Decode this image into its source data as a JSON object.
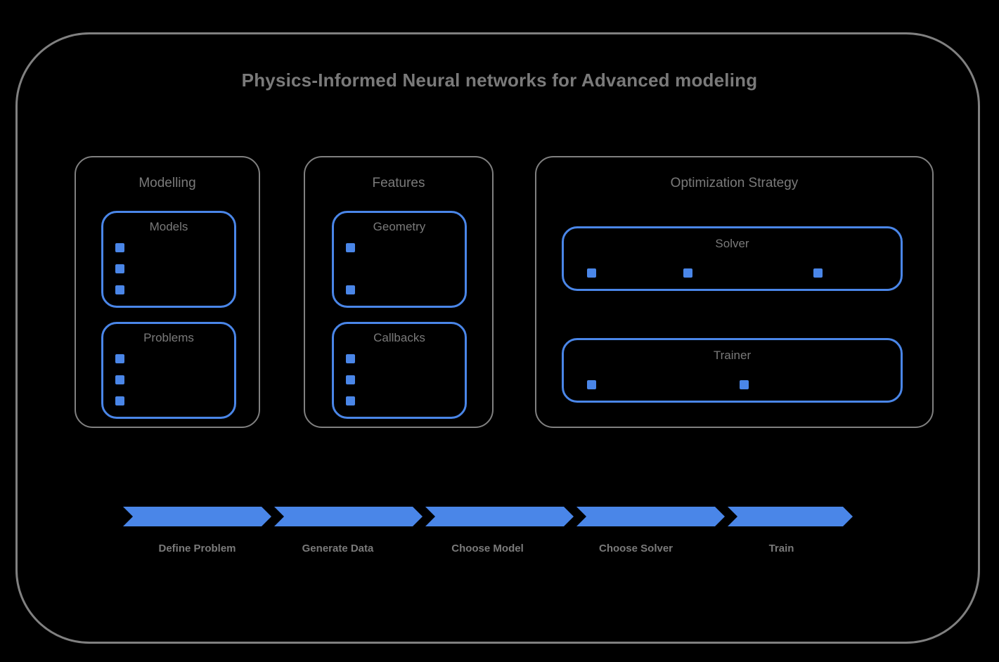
{
  "diagram": {
    "title": "Physics-Informed Neural networks for Advanced modeling",
    "colors": {
      "background": "#000000",
      "frame_border": "#808080",
      "text": "#7a7a7a",
      "accent_blue": "#4a86e8",
      "accent_blue_shadow": "#3f73c8"
    }
  },
  "groups": [
    {
      "id": "modelling",
      "label": "Modelling",
      "boxes": [
        {
          "id": "models",
          "label": "Models",
          "bullet_count": 3,
          "bullet_layout": "vertical"
        },
        {
          "id": "problems",
          "label": "Problems",
          "bullet_count": 3,
          "bullet_layout": "vertical"
        }
      ]
    },
    {
      "id": "features",
      "label": "Features",
      "boxes": [
        {
          "id": "geometry",
          "label": "Geometry",
          "bullet_count": 2,
          "bullet_layout": "vertical-spread"
        },
        {
          "id": "callbacks",
          "label": "Callbacks",
          "bullet_count": 3,
          "bullet_layout": "vertical"
        }
      ]
    },
    {
      "id": "optimization-strategy",
      "label": "Optimization Strategy",
      "boxes": [
        {
          "id": "solver",
          "label": "Solver",
          "bullet_count": 3,
          "bullet_layout": "horizontal"
        },
        {
          "id": "trainer",
          "label": "Trainer",
          "bullet_count": 2,
          "bullet_layout": "horizontal"
        }
      ]
    }
  ],
  "pipeline": {
    "steps": [
      {
        "id": "define-problem",
        "label": "Define Problem"
      },
      {
        "id": "generate-data",
        "label": "Generate Data"
      },
      {
        "id": "choose-model",
        "label": "Choose Model"
      },
      {
        "id": "choose-solver",
        "label": "Choose Solver"
      },
      {
        "id": "train",
        "label": "Train"
      }
    ]
  }
}
